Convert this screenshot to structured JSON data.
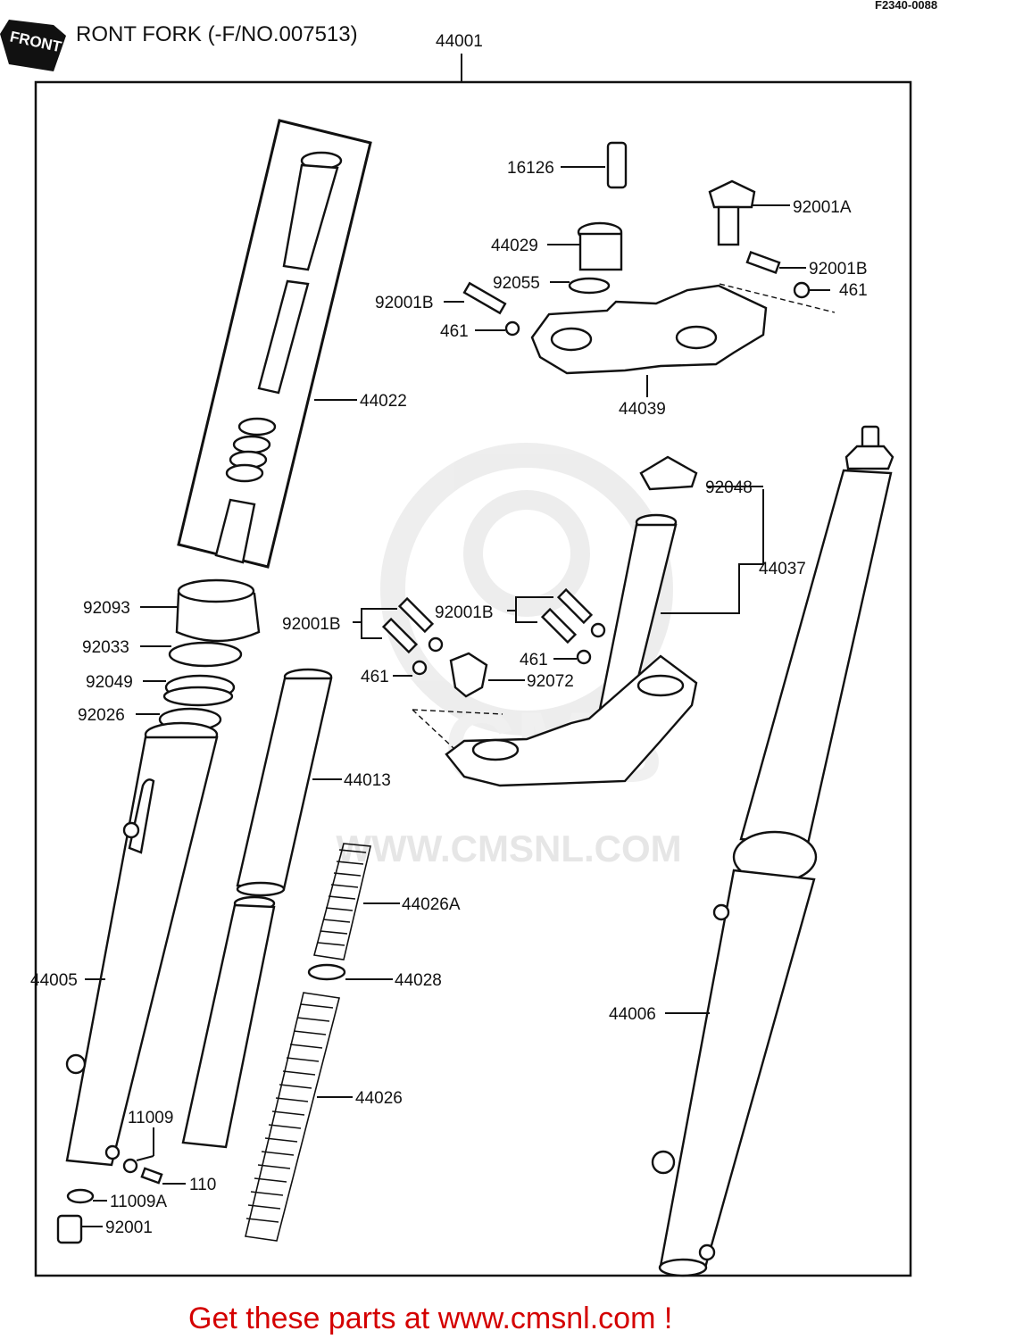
{
  "header": {
    "title": "RONT FORK (-F/NO.007513)",
    "code": "F2340-0088",
    "front_badge": "FRONT"
  },
  "watermark": "WWW.CMSNL.COM",
  "footer": {
    "cta": "Get these parts at www.cmsnl.com !"
  },
  "parts": {
    "p44001": "44001",
    "p16126": "16126",
    "p92001A": "92001A",
    "p44029": "44029",
    "p92001B_top_right": "92001B",
    "p92055": "92055",
    "p461_top_right": "461",
    "p92001B_top_left": "92001B",
    "p461_top_left": "461",
    "p44039": "44039",
    "p44022": "44022",
    "p92048": "92048",
    "p44037": "44037",
    "p92093": "92093",
    "p92001B_mid_left": "92001B",
    "p92001B_mid_right": "92001B",
    "p92033": "92033",
    "p461_mid_right": "461",
    "p92049": "92049",
    "p461_mid_left": "461",
    "p92072": "92072",
    "p92026": "92026",
    "p44013": "44013",
    "p44026A": "44026A",
    "p44005": "44005",
    "p44028": "44028",
    "p44006": "44006",
    "p44026": "44026",
    "p11009": "11009",
    "p110": "110",
    "p11009A": "11009A",
    "p92001": "92001"
  }
}
